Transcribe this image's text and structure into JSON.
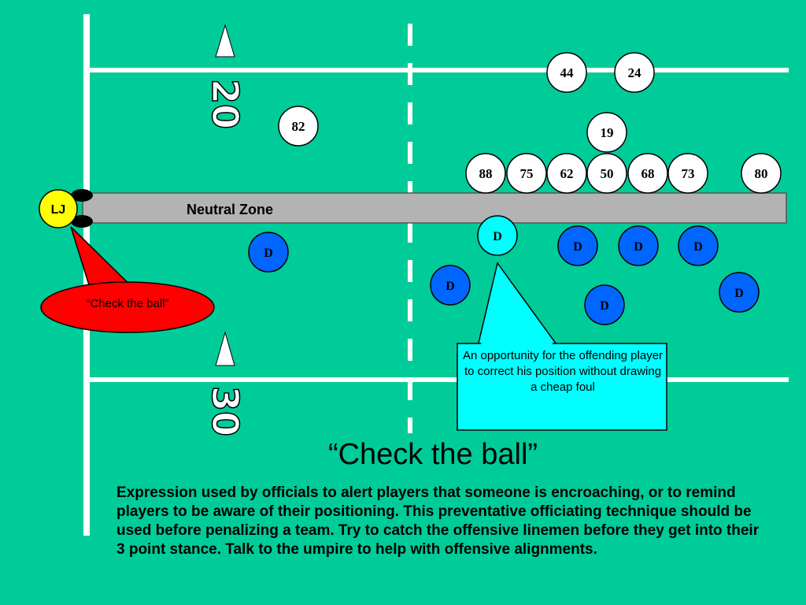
{
  "field": {
    "yard_top": "20",
    "yard_bottom": "30",
    "neutral_zone_label": "Neutral Zone"
  },
  "official": {
    "label": "LJ",
    "color": "#ffff00"
  },
  "offense": {
    "player_numbers": [
      "44",
      "24",
      "82",
      "19",
      "88",
      "75",
      "62",
      "50",
      "68",
      "73",
      "80"
    ],
    "color": "#ffffff"
  },
  "defense": {
    "encroaching_label": "D",
    "encroaching_color": "#00ffff",
    "labels": [
      "D",
      "D",
      "D",
      "D",
      "D",
      "D",
      "D"
    ],
    "color": "#0066ff"
  },
  "callouts": {
    "red_text": "“Check the ball”",
    "red_color": "#ff0000",
    "cyan_text": "An opportunity for the offending player to correct his position without drawing a cheap foul",
    "cyan_color": "#00ffff"
  },
  "title": "“Check the ball”",
  "body": "Expression used by officials to alert players that someone is encroaching, or to remind players to be aware of their positioning. This preventative officiating technique should be used before penalizing a team. Try to catch the offensive linemen before they get into their 3 point stance. Talk to the umpire to help with offensive alignments."
}
